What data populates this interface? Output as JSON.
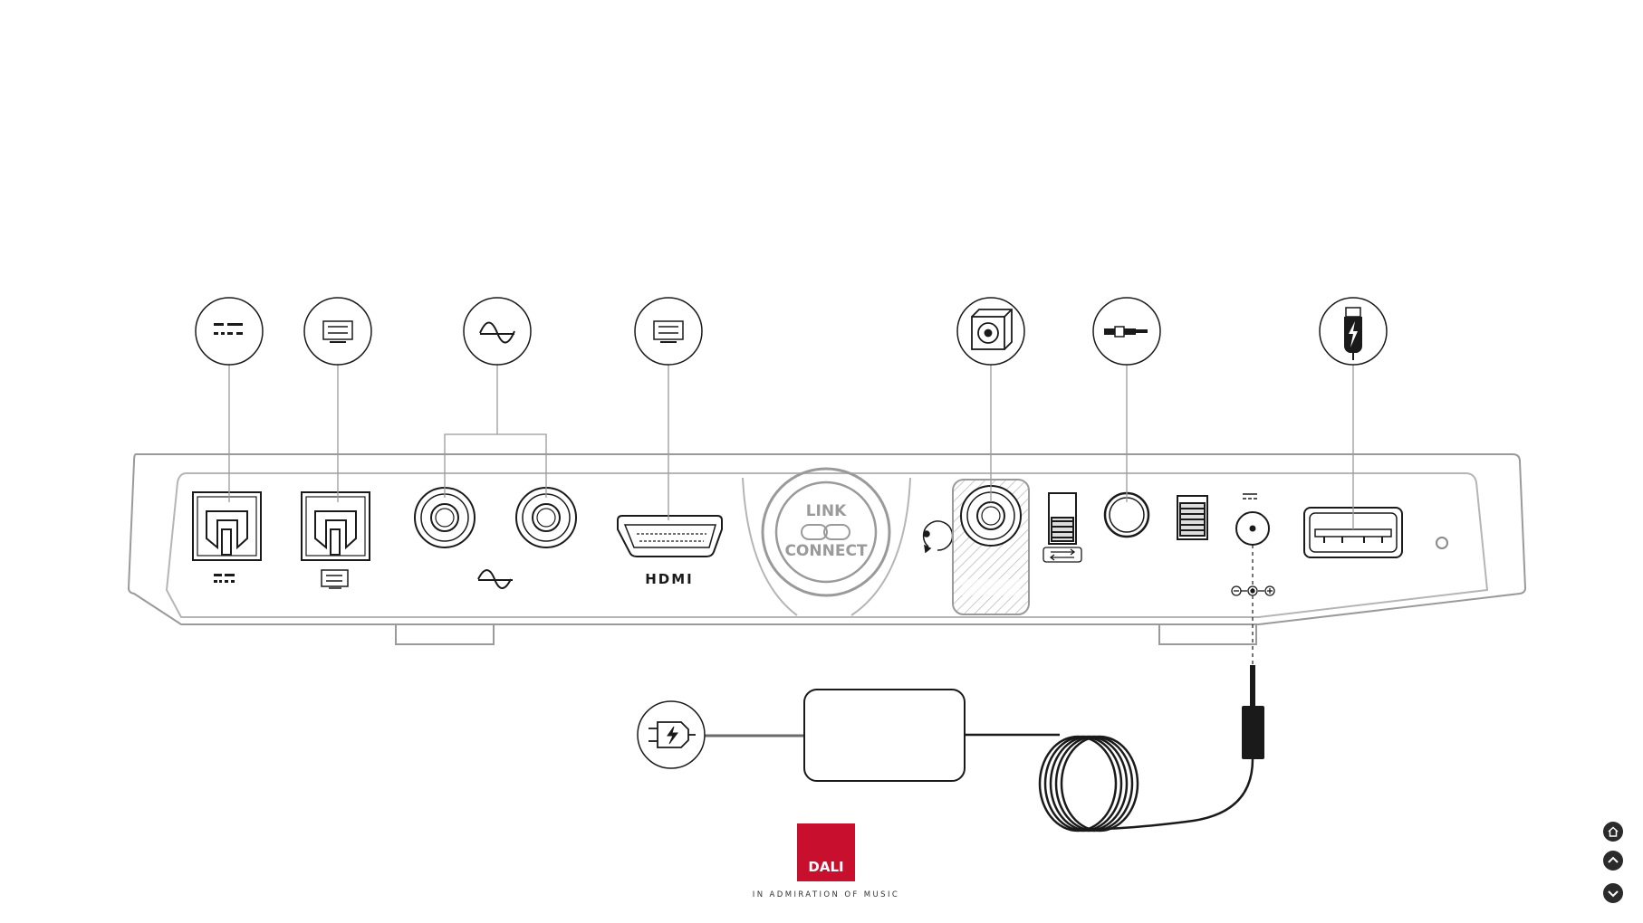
{
  "diagram": {
    "device_labels": {
      "link_connect_top": "LINK",
      "link_connect_bottom": "CONNECT",
      "hdmi_label": "HDMI"
    },
    "callouts": [
      {
        "icon": "optical-input-icon"
      },
      {
        "icon": "tv-optical-input-icon"
      },
      {
        "icon": "analog-input-icon"
      },
      {
        "icon": "hdmi-arc-tv-icon"
      },
      {
        "icon": "subwoofer-output-icon"
      },
      {
        "icon": "service-jack-icon"
      },
      {
        "icon": "usb-power-icon"
      }
    ],
    "power": {
      "icon": "mains-plug-icon"
    }
  },
  "brand": {
    "logo_text": "DALI",
    "tagline": "IN ADMIRATION OF MUSIC",
    "logo_color": "#c8102e"
  },
  "nav": {
    "home": "home-icon",
    "up": "chevron-up-icon",
    "down": "chevron-down-icon"
  },
  "colors": {
    "line": "#8a8a8a",
    "dark": "#1a1a1a"
  }
}
